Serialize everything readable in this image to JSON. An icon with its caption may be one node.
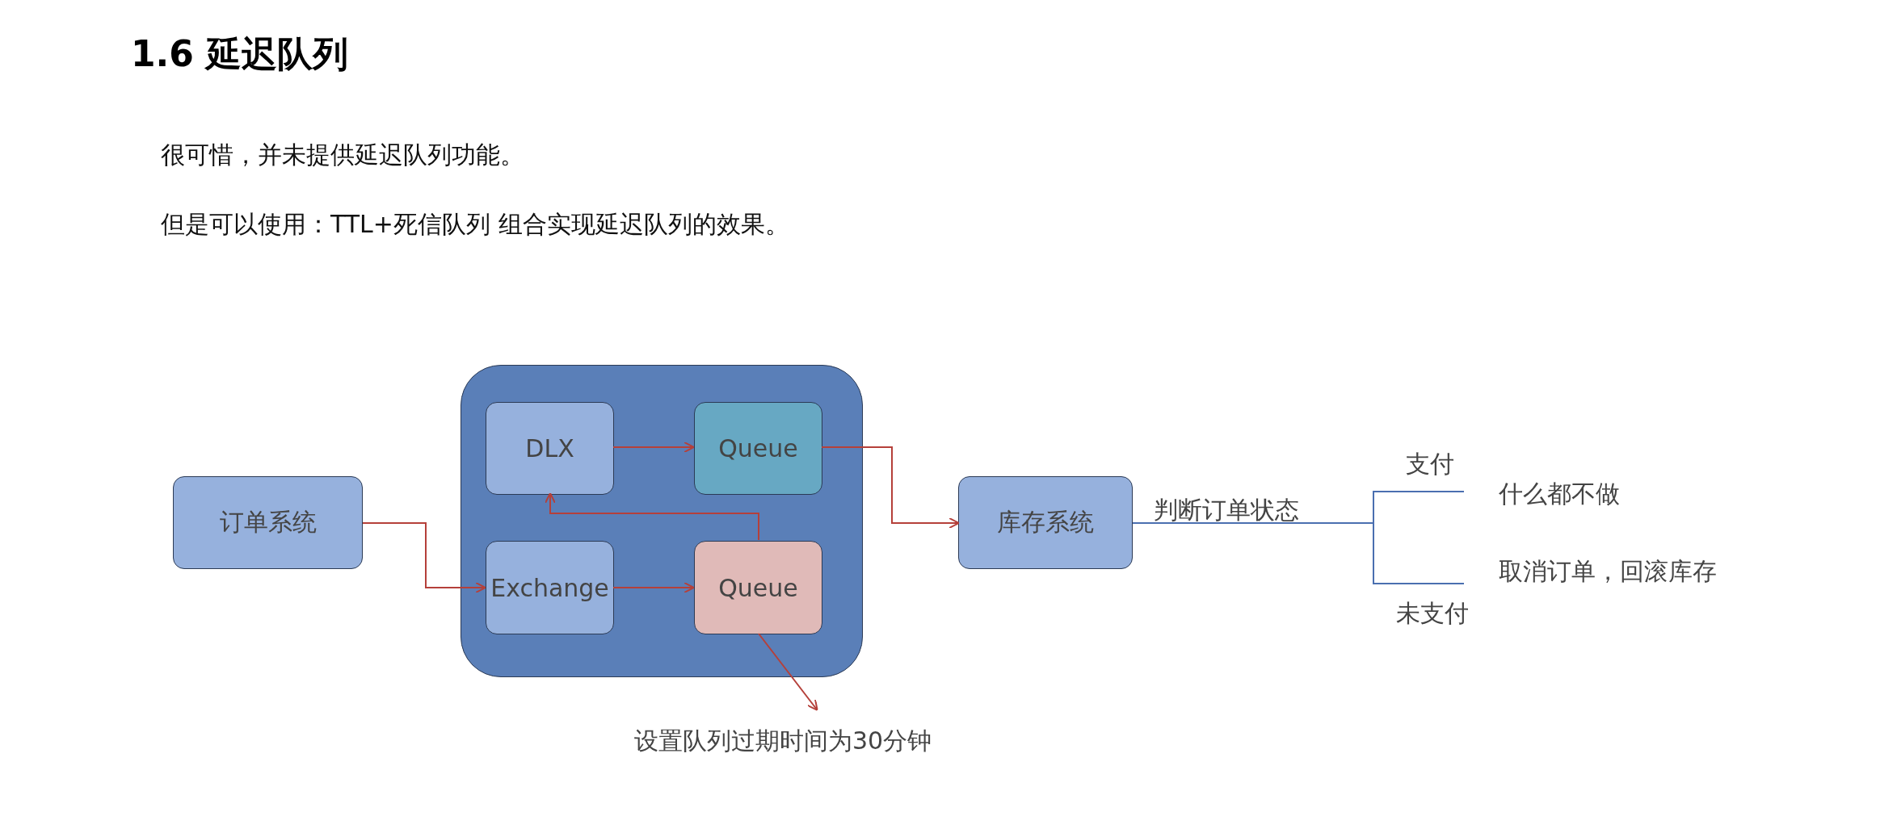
{
  "diagram": {
    "title": "1.6 延迟队列",
    "nodes": [
      {
        "text": [],
        "shape": "box"
      },
      {
        "text": [
          "订单系统"
        ]
      },
      {
        "text": [
          "DLX"
        ],
        "in": 0
      },
      {
        "text": [
          "Queue"
        ],
        "in": 0
      },
      {
        "text": [
          "Exchange"
        ],
        "in": 0
      },
      {
        "text": [
          "Queue"
        ],
        "in": 0
      },
      {
        "text": [
          "库存系统"
        ]
      },
      {
        "text": [
          "什么都不做"
        ]
      },
      {
        "text": [
          "取消订单，回滚库存"
        ]
      },
      {
        "text": [
          "设置队列过期时间为30分钟"
        ]
      }
    ],
    "edges": [
      {
        "from": 1,
        "to": 4,
        "arrow": "to"
      },
      {
        "from": 4,
        "to": 5,
        "arrow": "to"
      },
      {
        "from": 5,
        "to": 2,
        "arrow": "to"
      },
      {
        "from": 2,
        "to": 3,
        "arrow": "to"
      },
      {
        "from": 3,
        "to": 6,
        "arrow": "to"
      },
      {
        "from": 5,
        "to": 9,
        "arrow": "to"
      },
      {
        "from": 6,
        "to": 7,
        "arrow": "none",
        "label": "支付",
        "color": "#4a6fb0"
      },
      {
        "from": 6,
        "to": 8,
        "arrow": "none",
        "label": "未支付",
        "color": "#4a6fb0"
      }
    ],
    "labels": [
      "很可惜，并未提供延迟队列功能。",
      "但是可以使用：TTL+死信队列 组合实现延迟队列的效果。",
      "判断订单状态"
    ]
  }
}
